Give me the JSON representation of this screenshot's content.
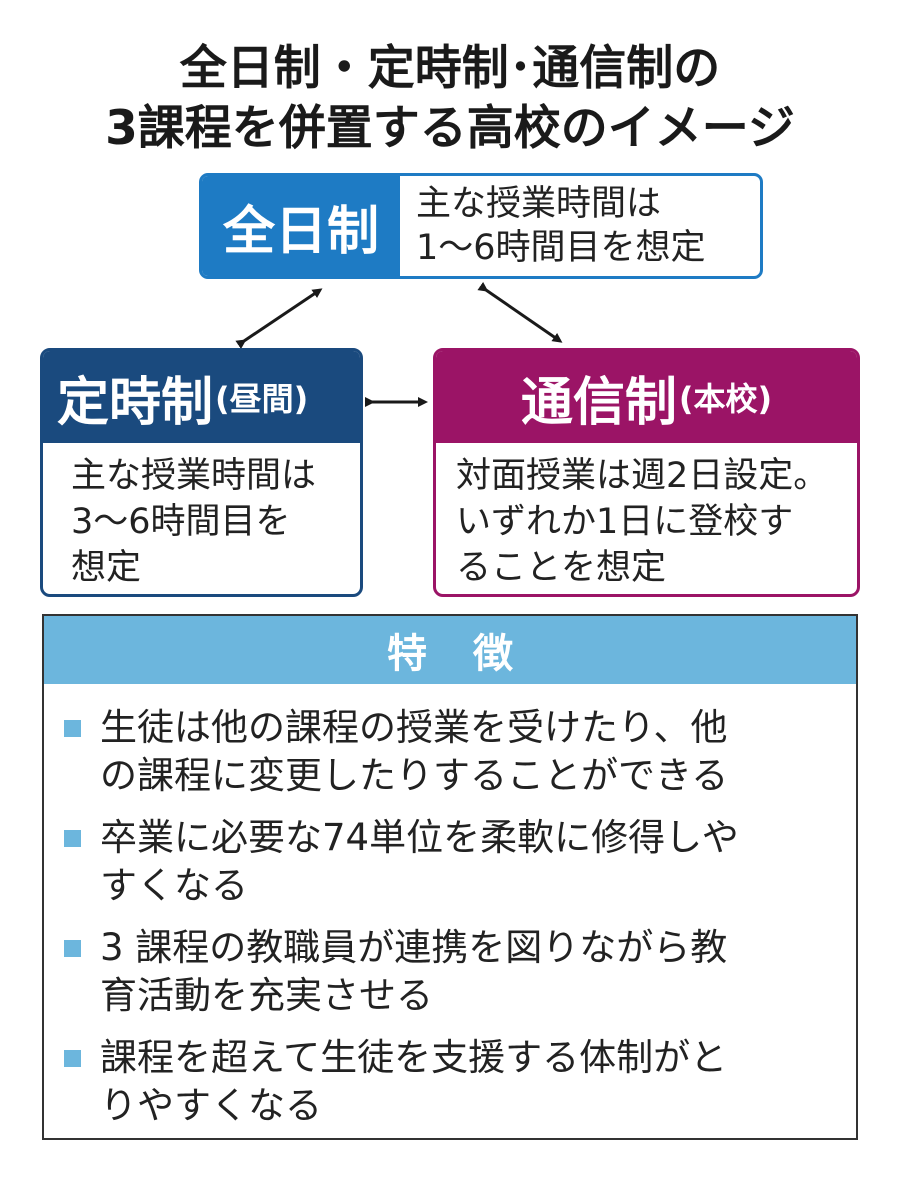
{
  "title": {
    "line1": "全日制・定時制･通信制の",
    "line2": "3課程を併置する高校のイメージ"
  },
  "full_time": {
    "label": "全日制",
    "desc": [
      "主な授業時間は",
      "1～6時間目を想定"
    ],
    "color": "#1e7bc4"
  },
  "part_time": {
    "label": "定時制",
    "sub": "(昼間)",
    "desc": [
      "主な授業時間は",
      "3～6時間目を",
      "想定"
    ],
    "color": "#1a4a7e"
  },
  "correspondence": {
    "label": "通信制",
    "sub": "(本校)",
    "desc": [
      "対面授業は週2日設定。",
      "いずれか1日に登校す",
      "ることを想定"
    ],
    "color": "#9b1466"
  },
  "features": {
    "heading": "特徴",
    "accent": "#6cb6dd",
    "items": [
      [
        "生徒は他の課程の授業を受けたり、他",
        "の課程に変更したりすることができる"
      ],
      [
        "卒業に必要な74単位を柔軟に修得しや",
        "すくなる"
      ],
      [
        "3 課程の教職員が連携を図りながら教",
        "育活動を充実させる"
      ],
      [
        "課程を超えて生徒を支援する体制がと",
        "りやすくなる"
      ]
    ]
  },
  "icons": {
    "arrow": "double-headed-arrow-icon",
    "bullet": "square-bullet-icon"
  }
}
